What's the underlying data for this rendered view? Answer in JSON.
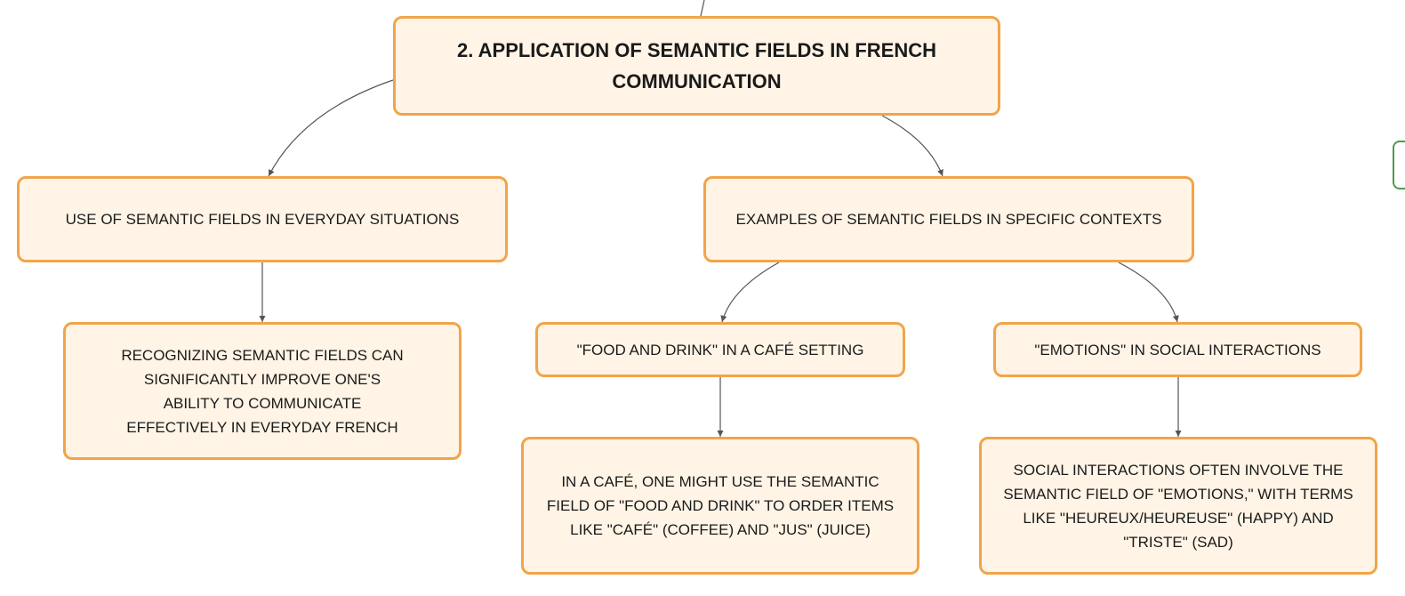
{
  "diagram": {
    "root": {
      "label": "2. APPLICATION OF SEMANTIC FIELDS IN FRENCH COMMUNICATION"
    },
    "everyday": {
      "label": "USE OF SEMANTIC FIELDS IN EVERYDAY SITUATIONS"
    },
    "everyday_detail": {
      "label": "RECOGNIZING SEMANTIC FIELDS CAN SIGNIFICANTLY IMPROVE ONE'S ABILITY TO COMMUNICATE EFFECTIVELY IN EVERYDAY FRENCH"
    },
    "examples": {
      "label": "EXAMPLES OF SEMANTIC FIELDS IN SPECIFIC CONTEXTS"
    },
    "food": {
      "label": "\"FOOD AND DRINK\" IN A CAFÉ SETTING"
    },
    "food_detail": {
      "label": "IN A CAFÉ, ONE MIGHT USE THE SEMANTIC FIELD OF \"FOOD AND DRINK\" TO ORDER ITEMS LIKE \"CAFÉ\" (COFFEE) AND \"JUS\" (JUICE)"
    },
    "emotions": {
      "label": "\"EMOTIONS\" IN SOCIAL INTERACTIONS"
    },
    "emotions_detail": {
      "label": "SOCIAL INTERACTIONS OFTEN INVOLVE THE SEMANTIC FIELD OF \"EMOTIONS,\" WITH TERMS LIKE \"HEUREUX/HEUREUSE\" (HAPPY) AND \"TRISTE\" (SAD)"
    }
  },
  "colors": {
    "node_fill": "#fff4e6",
    "node_border": "#f0a54a",
    "edge": "#555555"
  }
}
